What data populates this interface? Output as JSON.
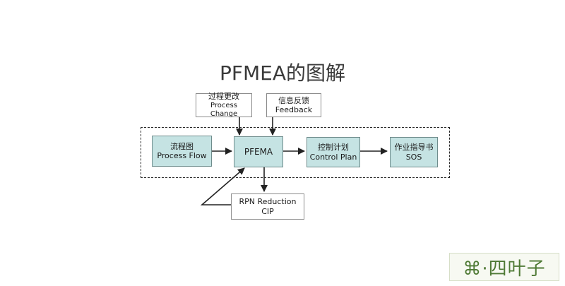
{
  "title": "PFMEA的图解",
  "boxes": {
    "process_change": {
      "line1": "过程更改",
      "line2": "Process Change"
    },
    "feedback": {
      "line1": "信息反馈",
      "line2": "Feedback"
    },
    "process_flow": {
      "line1": "流程图",
      "line2": "Process Flow"
    },
    "pfema": {
      "line1": "PFEMA"
    },
    "control_plan": {
      "line1": "控制计划",
      "line2": "Control Plan"
    },
    "sos": {
      "line1": "作业指导书",
      "line2": "SOS"
    },
    "rpn": {
      "line1": "RPN Reduction",
      "line2": "CIP"
    }
  },
  "watermark": "⌘·四叶子",
  "colors": {
    "teal_fill": "#c5e3e3",
    "watermark_green": "#4f7a35"
  }
}
